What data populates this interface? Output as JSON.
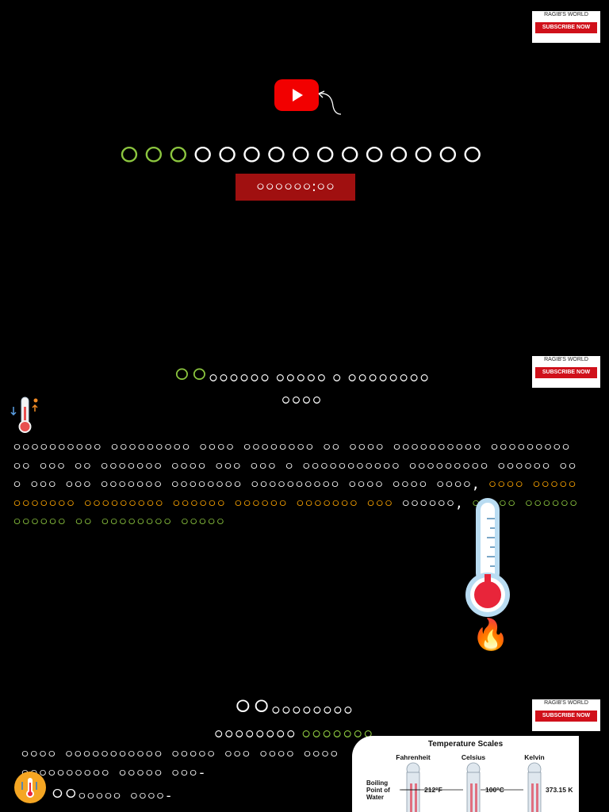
{
  "badges": [
    {
      "brand": "RAGIB'S WORLD",
      "label": "SUBSCRIBE NOW"
    },
    {
      "brand": "RAGIB'S WORLD",
      "label": "SUBSCRIBE NOW"
    },
    {
      "brand": "RAGIB'S WORLD",
      "label": "SUBSCRIBE NOW"
    }
  ],
  "header": {
    "title_accent": "০০০",
    "title_main": "০০০০০০০০০০০০",
    "tag": "০০০০০০:০০"
  },
  "section1": {
    "num": "০০",
    "heading_line1": "০০০০০০ ০০০০০ ০ ০০০০০০০০",
    "heading_line2": "০০০০",
    "para_white": "০০০০০০০০০০ ০০০০০০০০০ ০০০০ ০০০০০০০০ ০০ ০০০০ ০০০০০০০০০০ ০০০০০০০০০ ০০ ০০০ ০০ ০০০০০০০ ০০০০ ০০০ ০০০ ০ ০০০০০০০০০০০ ০০০০০০০০০ ০০০০০০ ০০০ ০০০ ০০০ ০০০০০০০ ০০০০০০০০ ০০০০০০০০০০ ০০০০ ০০০০ ০০০০, ",
    "para_orange": "০০০০ ০০০০০০০০০০০০ ০০০০০০০০০ ০০০০০০ ০০০০০০ ০০০০০০০ ০০০",
    "para_white2": " ০০০০০০, ",
    "para_green": "০০০০০ ০০০০০০ ০০০০০০ ০০ ০০০০০০০০ ০০০০০"
  },
  "section2": {
    "num": "০০",
    "heading_line1": "০০০০০০০০",
    "heading_line2_white": "০০০০০০০০ ",
    "heading_line2_green": "০০০০০০০",
    "para_line1": "০০০০ ০০০০০০০০০০০ ০০০০০ ০০০ ০০০০ ০০০০",
    "para_line2": "০০০০০০০০০০ ০০০০০ ০০০-",
    "bullet_num": "০০",
    "bullet_text": "০০০০০ ০০০০-"
  },
  "scales_card": {
    "title": "Temperature Scales",
    "columns": [
      "Fahrenheit",
      "Celsius",
      "Kelvin"
    ],
    "row_label": "Boiling Point of Water",
    "values": [
      "212°F",
      "100°C",
      "373.15 K"
    ]
  },
  "icons": {
    "thermo_small": "thermometer-icon",
    "thermo_large": "thermometer-icon",
    "fire": "🔥",
    "colors": {
      "accent_green": "#8cc63f",
      "accent_orange": "#f7a100",
      "tag_red": "#a01010",
      "youtube_red": "#f20000"
    }
  }
}
